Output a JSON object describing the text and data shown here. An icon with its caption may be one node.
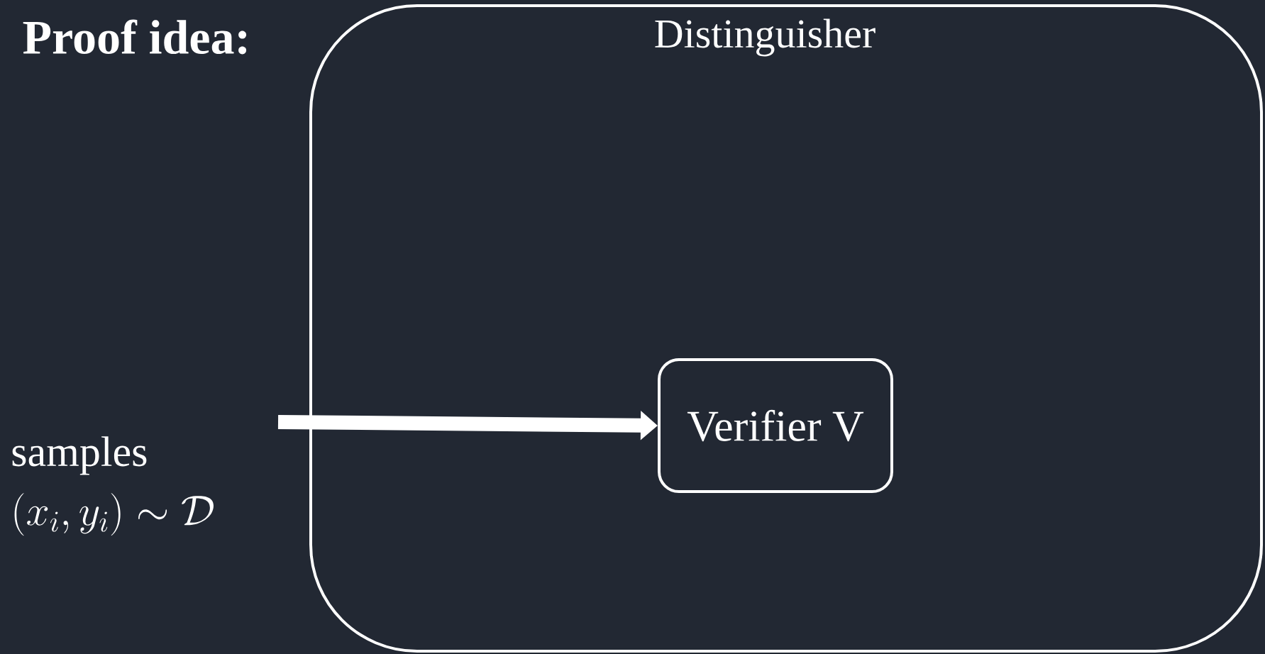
{
  "diagram": {
    "title": "Proof idea:",
    "nodes": [
      {
        "text": [
          "Distinguisher"
        ]
      },
      {
        "text": [
          "Verifier V"
        ],
        "in": 0
      }
    ],
    "edges": [
      {
        "from": null,
        "to": 1,
        "arrow": "to"
      }
    ],
    "labels": [
      "samples",
      "(x_i, y_i) \\sim \\mathcal{D}"
    ]
  }
}
